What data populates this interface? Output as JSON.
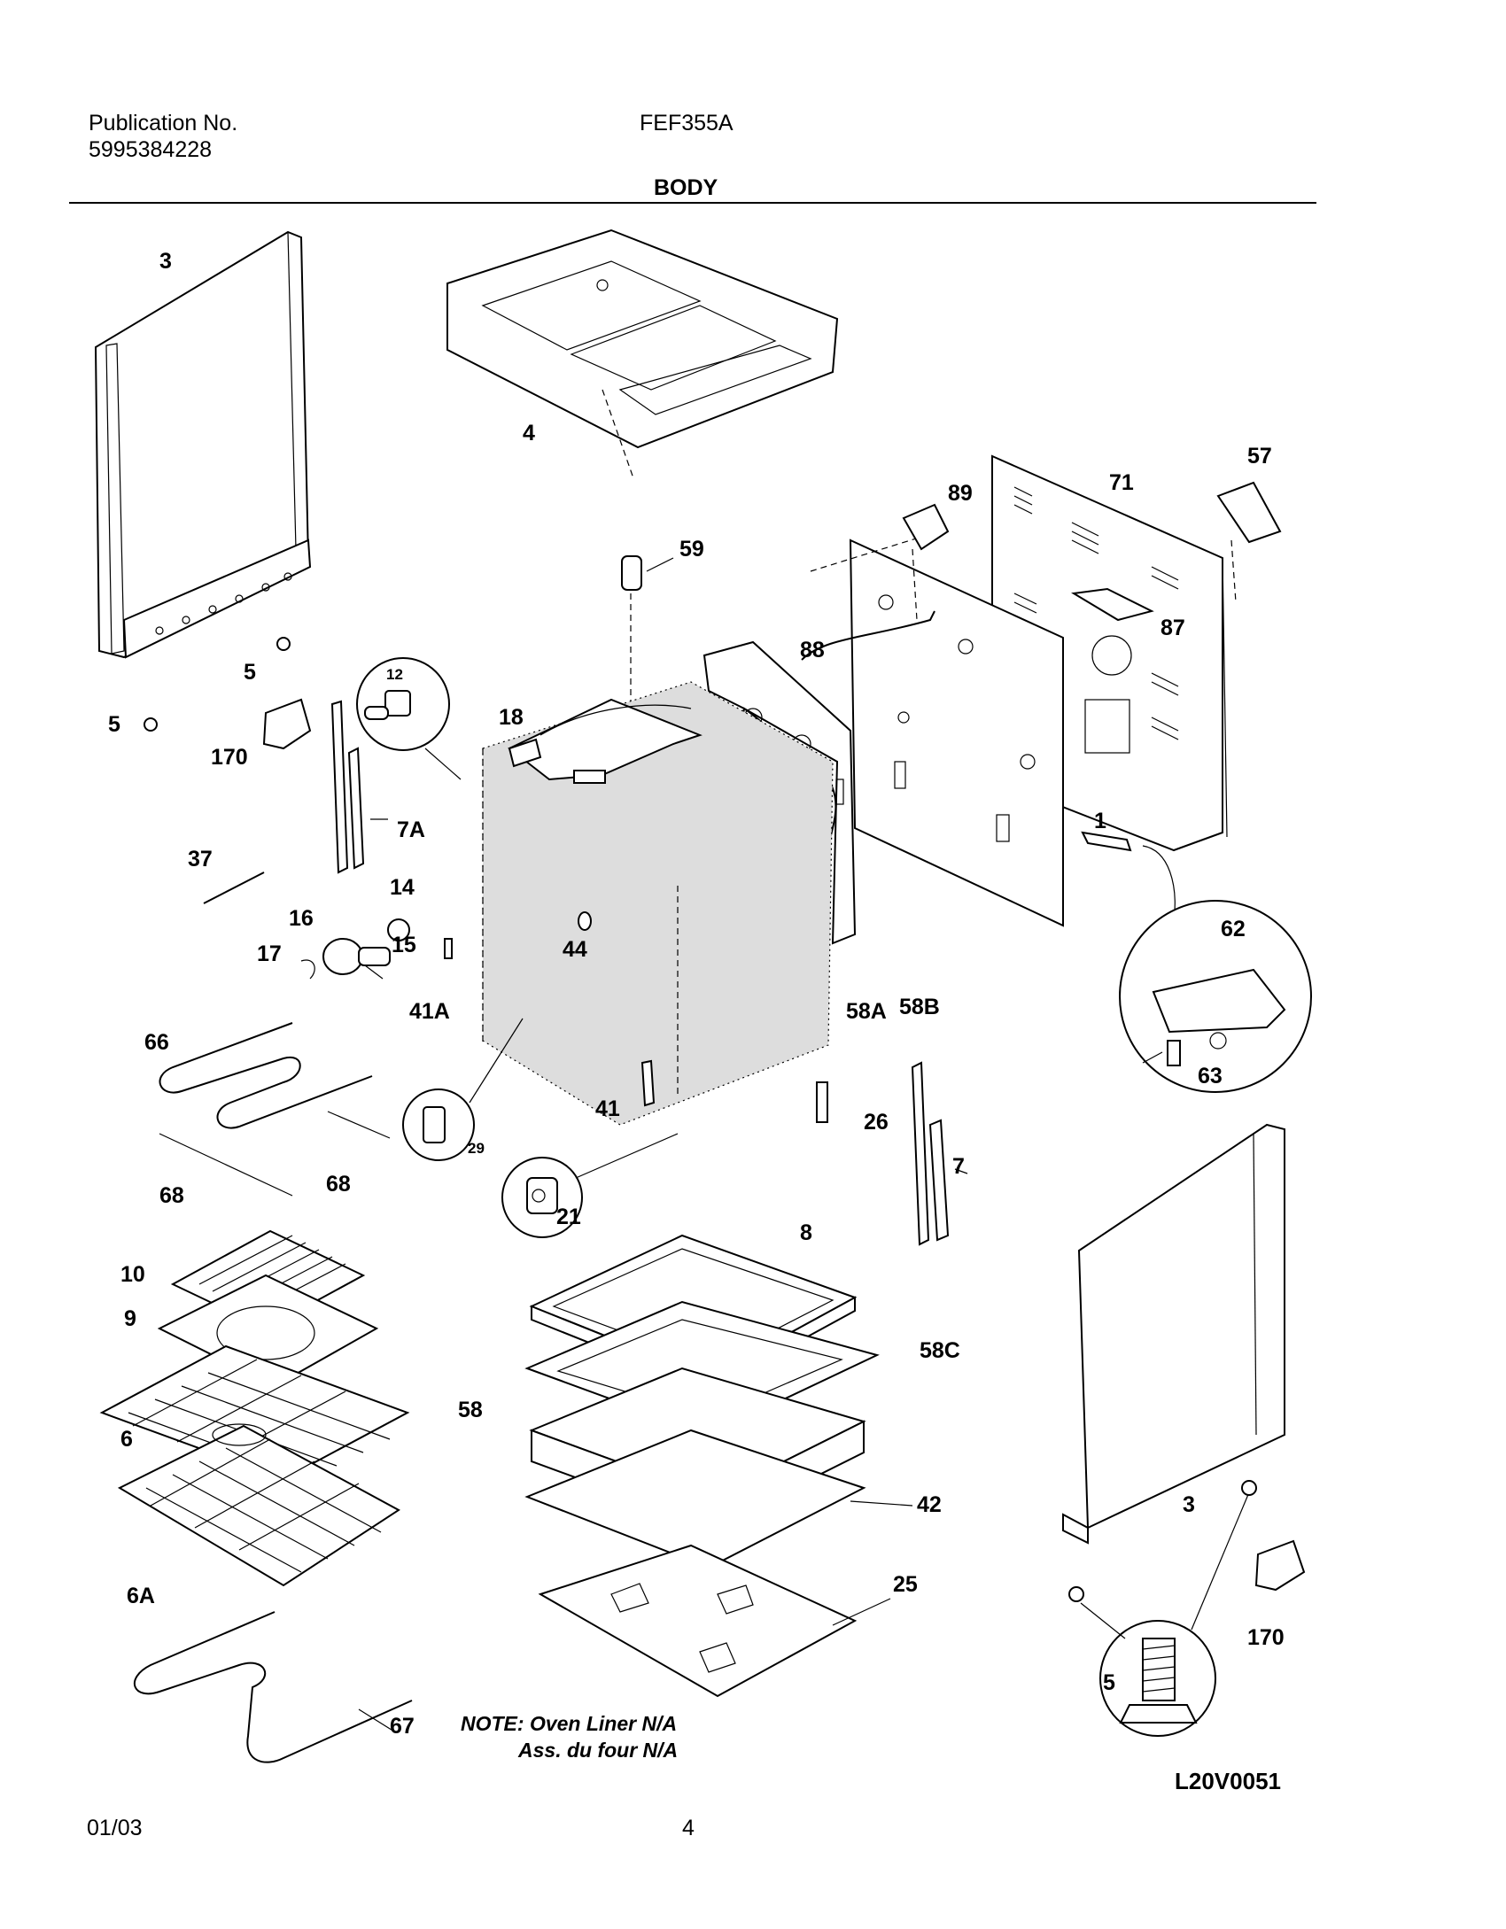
{
  "header": {
    "publication_label": "Publication No.",
    "publication_number": "5995384228",
    "model": "FEF355A",
    "section_title": "BODY"
  },
  "diagram": {
    "callouts": {
      "c3_top": "3",
      "c4": "4",
      "c59": "59",
      "c5_a": "5",
      "c5_b": "5",
      "c170_a": "170",
      "c12": "12",
      "c18": "18",
      "c88": "88",
      "c89": "89",
      "c71": "71",
      "c57": "57",
      "c87": "87",
      "c1": "1",
      "c7A": "7A",
      "c37": "37",
      "c14": "14",
      "c16": "16",
      "c17": "17",
      "c15": "15",
      "c44": "44",
      "c41A": "41A",
      "c58A": "58A",
      "c58B": "58B",
      "c62": "62",
      "c63": "63",
      "c66": "66",
      "c29": "29",
      "c41": "41",
      "c26": "26",
      "c7": "7",
      "c68_a": "68",
      "c68_b": "68",
      "c21": "21",
      "c8": "8",
      "c10": "10",
      "c9": "9",
      "c58C": "58C",
      "c6": "6",
      "c58": "58",
      "c42": "42",
      "c3_bottom": "3",
      "c6A": "6A",
      "c25": "25",
      "c170_b": "170",
      "c5_c": "5",
      "c67": "67"
    },
    "note_line1": "NOTE: Oven Liner N/A",
    "note_line2": "Ass. du four N/A",
    "diagram_code": "L20V0051"
  },
  "footer": {
    "date": "01/03",
    "page_number": "4"
  }
}
